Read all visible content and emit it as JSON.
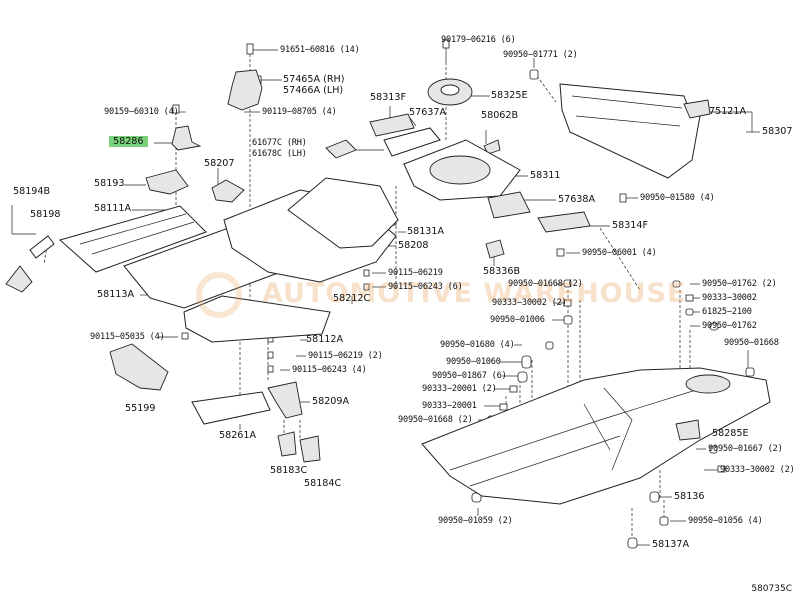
{
  "watermark": {
    "text": "AUTOMOTIVE WAREHOUSE"
  },
  "diagram_ref": "580735C",
  "highlighted_part": "58286",
  "labels": [
    {
      "id": "91651-60816",
      "text": "91651−60816 (14)"
    },
    {
      "id": "90179-06216",
      "text": "90179−06216 (6)"
    },
    {
      "id": "90950-01771",
      "text": "90950−01771 (2)"
    },
    {
      "id": "57465A",
      "text": "57465A (RH)"
    },
    {
      "id": "57466A",
      "text": "57466A (LH)"
    },
    {
      "id": "58325E",
      "text": "58325E"
    },
    {
      "id": "90159-60310",
      "text": "90159−60310 (4)"
    },
    {
      "id": "90119-08705",
      "text": "90119−08705 (4)"
    },
    {
      "id": "58313F",
      "text": "58313F"
    },
    {
      "id": "57637A",
      "text": "57637A"
    },
    {
      "id": "75121A",
      "text": "75121A"
    },
    {
      "id": "58062B",
      "text": "58062B"
    },
    {
      "id": "58307",
      "text": "58307"
    },
    {
      "id": "58286",
      "text": "58286"
    },
    {
      "id": "61677C",
      "text": "61677C (RH)"
    },
    {
      "id": "61678C",
      "text": "61678C (LH)"
    },
    {
      "id": "58207",
      "text": "58207"
    },
    {
      "id": "58311",
      "text": "58311"
    },
    {
      "id": "58194B",
      "text": "58194B"
    },
    {
      "id": "58193",
      "text": "58193"
    },
    {
      "id": "57638A",
      "text": "57638A"
    },
    {
      "id": "90950-01580",
      "text": "90950−01580 (4)"
    },
    {
      "id": "58198",
      "text": "58198"
    },
    {
      "id": "58111A",
      "text": "58111A"
    },
    {
      "id": "58131A",
      "text": "58131A"
    },
    {
      "id": "58314F",
      "text": "58314F"
    },
    {
      "id": "58208",
      "text": "58208"
    },
    {
      "id": "90950-06001",
      "text": "90950−06001 (4)"
    },
    {
      "id": "90115-06219a",
      "text": "90115−06219"
    },
    {
      "id": "58336B",
      "text": "58336B"
    },
    {
      "id": "90115-06243a",
      "text": "90115−06243 (6)"
    },
    {
      "id": "90950-01668a",
      "text": "90950−01668 (2)"
    },
    {
      "id": "90950-01762a",
      "text": "90950−01762 (2)"
    },
    {
      "id": "58113A",
      "text": "58113A"
    },
    {
      "id": "58212C",
      "text": "58212C"
    },
    {
      "id": "90333-30002a",
      "text": "90333−30002 (2)"
    },
    {
      "id": "90333-30002b",
      "text": "90333−30002"
    },
    {
      "id": "61825-21001",
      "text": "61825−2100"
    },
    {
      "id": "90950-01006",
      "text": "90950−01006"
    },
    {
      "id": "90950-01762b",
      "text": "90950−01762"
    },
    {
      "id": "90115-05035",
      "text": "90115−05035 (4)"
    },
    {
      "id": "58112A",
      "text": "58112A"
    },
    {
      "id": "90950-01680",
      "text": "90950−01680 (4)"
    },
    {
      "id": "90950-01668b",
      "text": "90950−01668"
    },
    {
      "id": "90115-06219b",
      "text": "90115−06219 (2)"
    },
    {
      "id": "90950-01060",
      "text": "90950−01060"
    },
    {
      "id": "90115-06243b",
      "text": "90115−06243 (4)"
    },
    {
      "id": "90950-01867",
      "text": "90950−01867 (6)"
    },
    {
      "id": "55199",
      "text": "55199"
    },
    {
      "id": "90333-20001a",
      "text": "90333−20001 (2)"
    },
    {
      "id": "58209A",
      "text": "58209A"
    },
    {
      "id": "90333-20001b",
      "text": "90333−20001"
    },
    {
      "id": "90950-01668c",
      "text": "90950−01668 (2)"
    },
    {
      "id": "58261A",
      "text": "58261A"
    },
    {
      "id": "58285E",
      "text": "58285E"
    },
    {
      "id": "90950-01667",
      "text": "90950−01667 (2)"
    },
    {
      "id": "58183C",
      "text": "58183C"
    },
    {
      "id": "90333-30002c",
      "text": "90333−30002 (2)"
    },
    {
      "id": "58184C",
      "text": "58184C"
    },
    {
      "id": "58136",
      "text": "58136"
    },
    {
      "id": "90950-01059",
      "text": "90950−01059 (2)"
    },
    {
      "id": "90950-01056",
      "text": "90950−01056 (4)"
    },
    {
      "id": "58137A",
      "text": "58137A"
    }
  ]
}
